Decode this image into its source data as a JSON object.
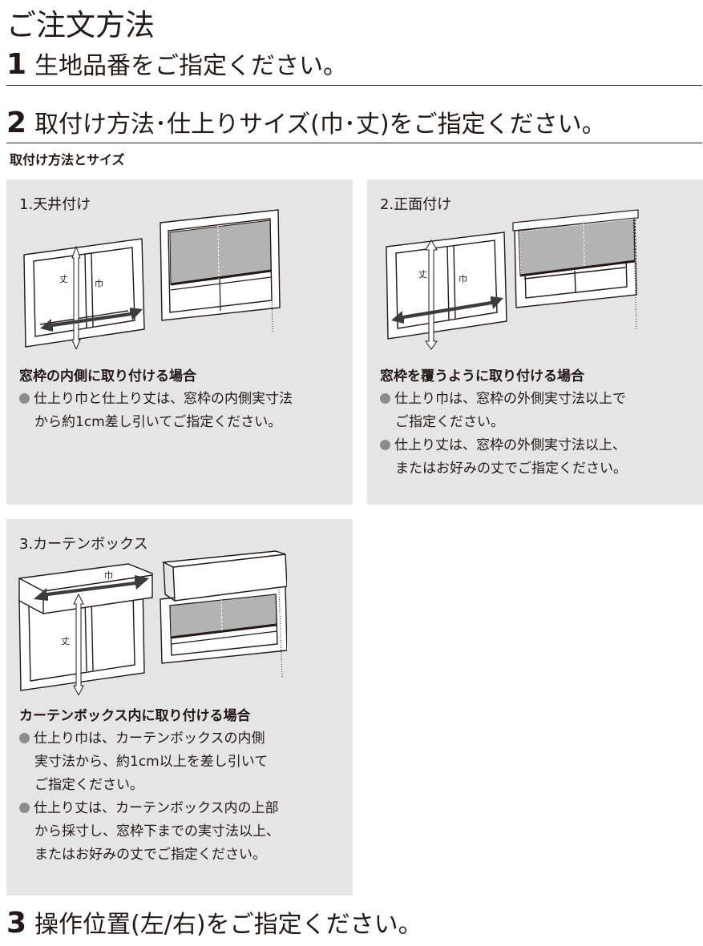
{
  "page_title": "ご注文方法",
  "step1": {
    "number": "1",
    "text": "生地品番をご指定ください。"
  },
  "step2": {
    "number": "2",
    "text": "取付け方法･仕上りサイズ(巾･丈)をご指定ください。"
  },
  "subheading": "取付け方法とサイズ",
  "panels": [
    {
      "label": "1.天井付け",
      "icon": "ceiling-mount-diagram",
      "diagram_labels": {
        "length": "丈",
        "width": "巾"
      },
      "heading": "窓枠の内側に取り付ける場合",
      "bullets": [
        {
          "line1": "仕上り巾と仕上り丈は、窓枠の内側実寸法",
          "line2": "から約1cm差し引いてご指定ください。"
        }
      ]
    },
    {
      "label": "2.正面付け",
      "icon": "front-mount-diagram",
      "diagram_labels": {
        "length": "丈",
        "width": "巾"
      },
      "heading": "窓枠を覆うように取り付ける場合",
      "bullets": [
        {
          "line1": "仕上り巾は、窓枠の外側実寸法以上で",
          "line2": "ご指定ください。"
        },
        {
          "line1": "仕上り丈は、窓枠の外側実寸法以上、",
          "line2": "またはお好みの丈でご指定ください。"
        }
      ]
    },
    {
      "label": "3.カーテンボックス",
      "icon": "curtain-box-mount-diagram",
      "diagram_labels": {
        "length": "丈",
        "width": "巾"
      },
      "heading": "カーテンボックス内に取り付ける場合",
      "bullets": [
        {
          "line1": "仕上り巾は、カーテンボックスの内側",
          "line2": "実寸法から、約1cm以上を差し引いて",
          "line3": "ご指定ください。"
        },
        {
          "line1": "仕上り丈は、カーテンボックス内の上部",
          "line2": "から採寸し、窓枠下までの実寸法以上、",
          "line3": "またはお好みの丈でご指定ください。"
        }
      ]
    }
  ],
  "step3": {
    "number": "3",
    "text": "操作位置(左/右)をご指定ください。"
  },
  "colors": {
    "panel_bg": "#e5e5e6",
    "text": "#231815",
    "arrow": "#3c3c3c",
    "shade": "#b3b3b3",
    "bullet": "#8c8c8c"
  }
}
